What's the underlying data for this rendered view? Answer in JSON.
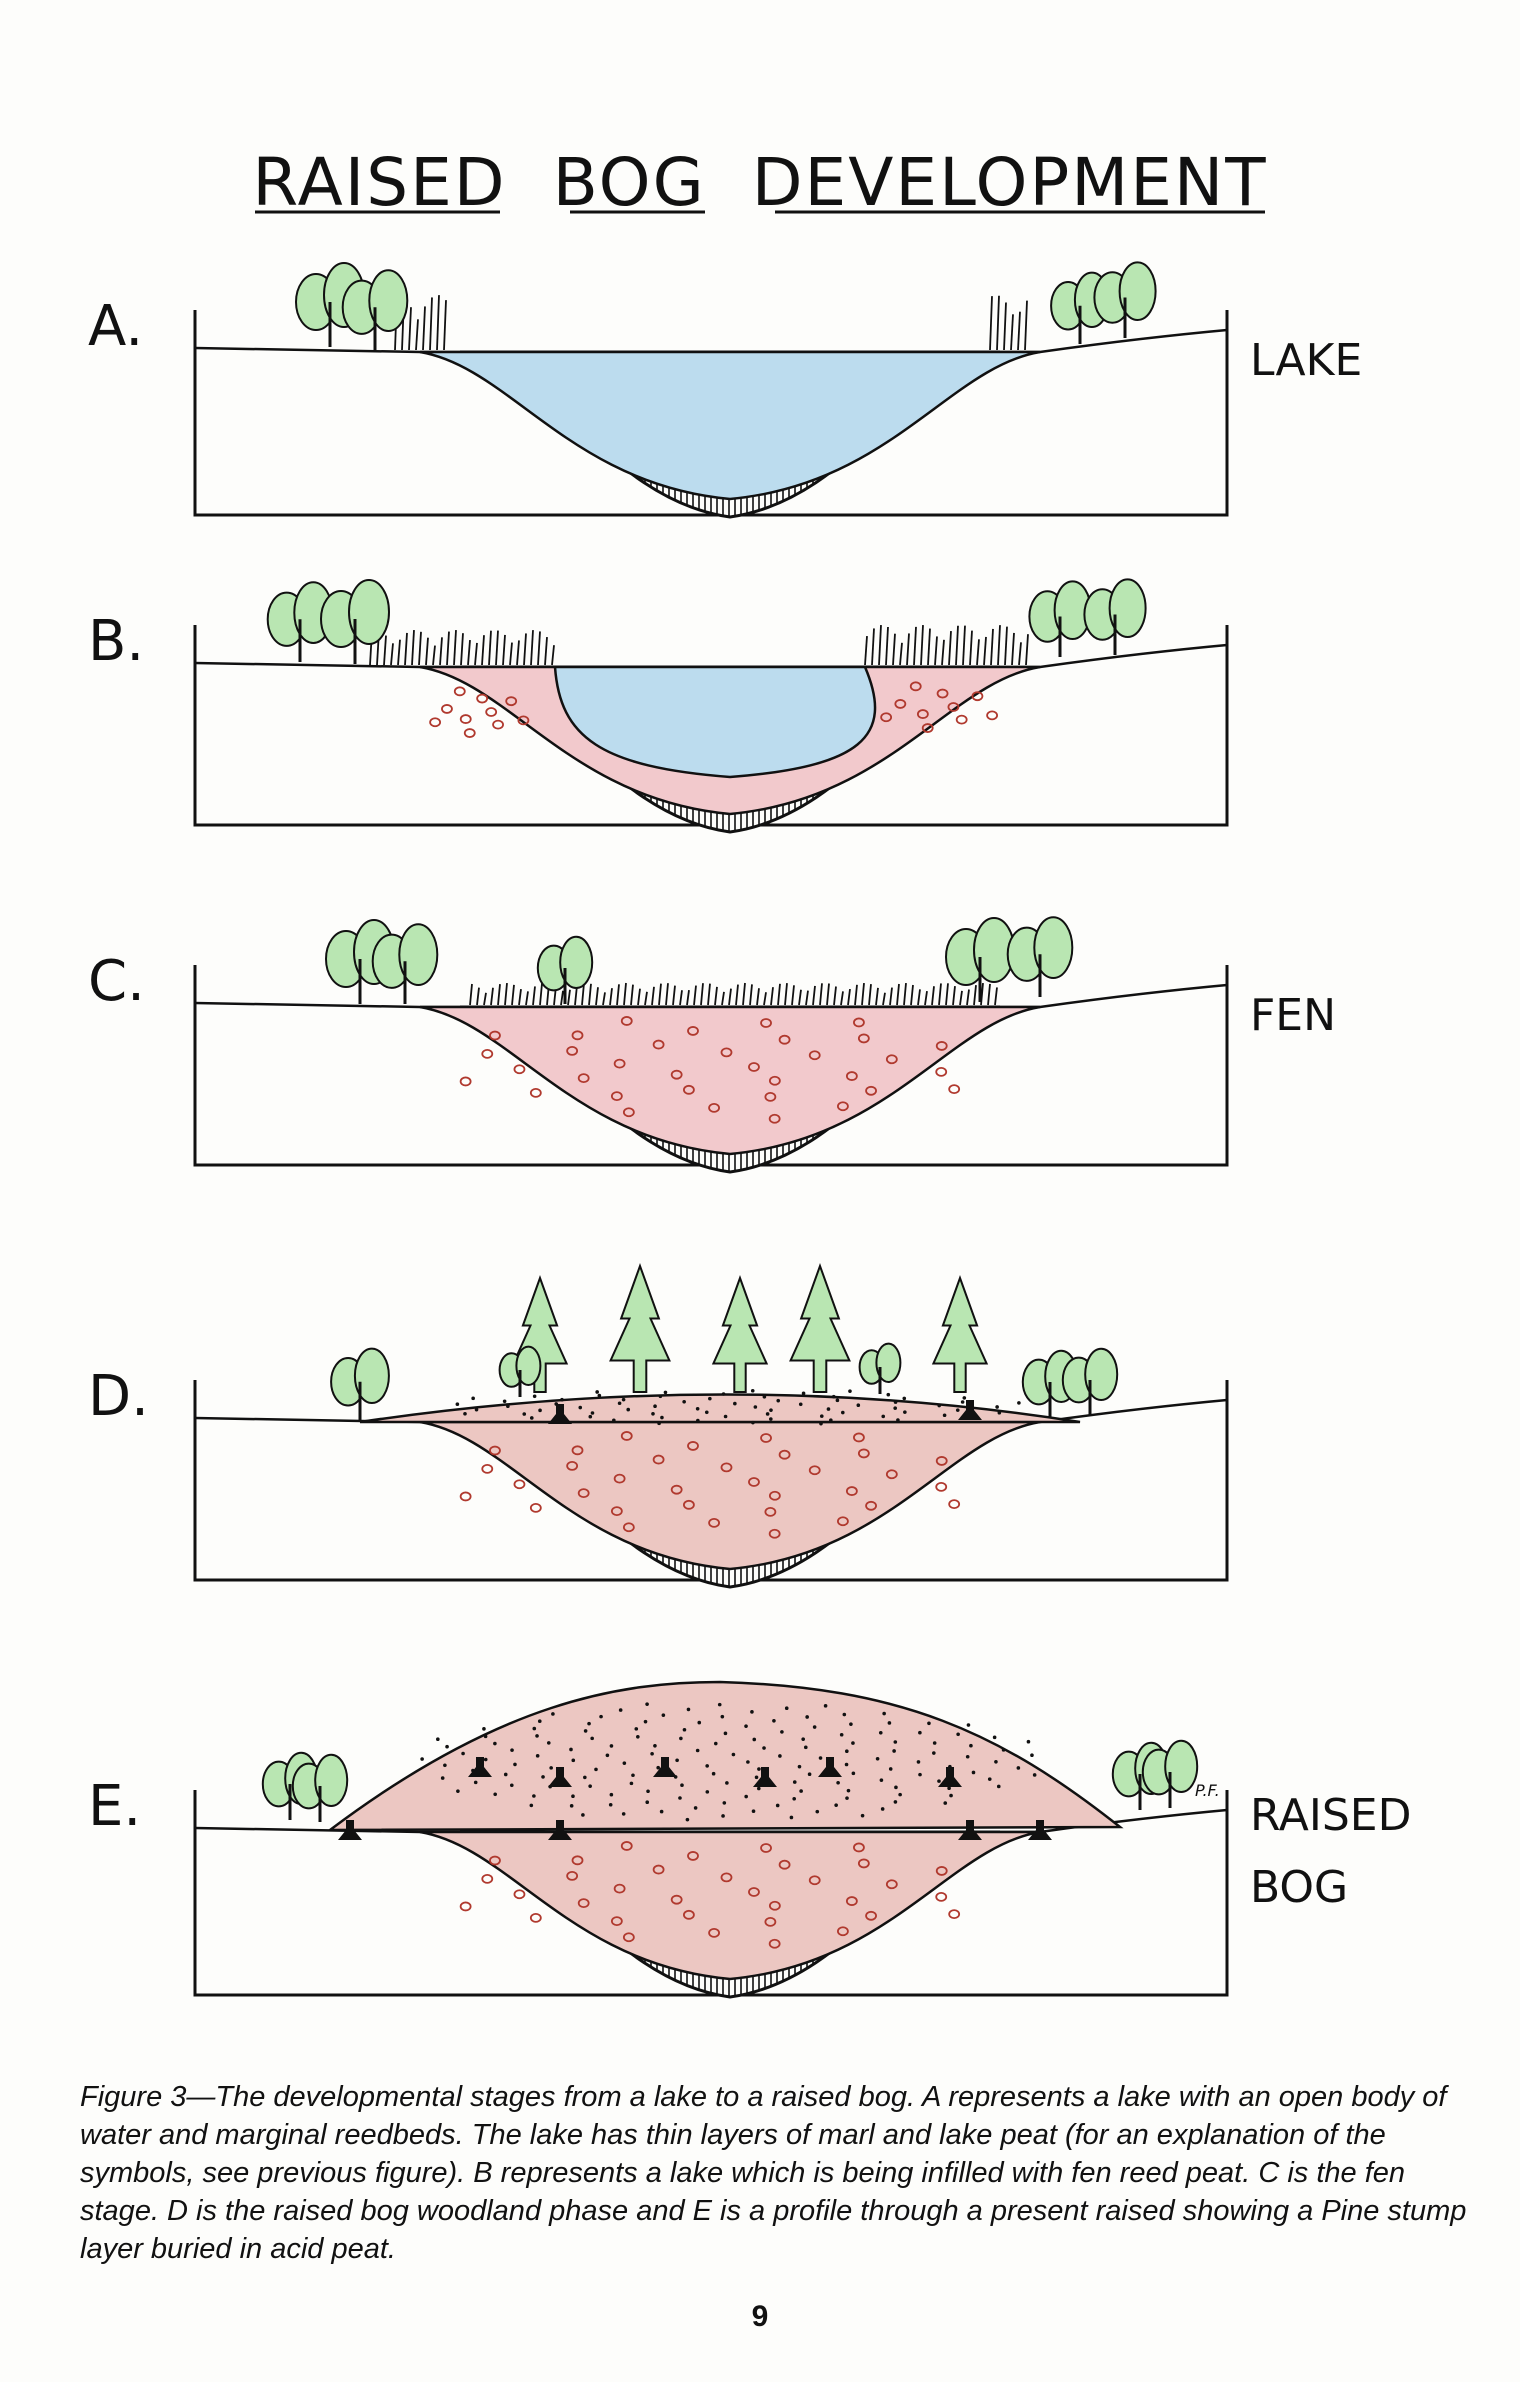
{
  "title": "RAISED  BOG  DEVELOPMENT",
  "panels": [
    {
      "letter": "A.",
      "label_lines": [
        "LAKE"
      ],
      "stage": "lake"
    },
    {
      "letter": "B.",
      "label_lines": [],
      "stage": "infilling"
    },
    {
      "letter": "C.",
      "label_lines": [
        "FEN"
      ],
      "stage": "fen"
    },
    {
      "letter": "D.",
      "label_lines": [],
      "stage": "woodland"
    },
    {
      "letter": "E.",
      "label_lines": [
        "RAISED",
        "BOG"
      ],
      "stage": "raised"
    }
  ],
  "signature": "P.F.",
  "caption": "Figure 3—The developmental stages from a lake to a raised bog. A represents a lake with an open body of water and marginal reedbeds. The lake has thin layers of marl and lake peat (for an explanation of the symbols, see previous figure). B represents a lake which is being infilled with fen reed peat. C is the fen stage. D is the raised bog woodland phase and E is a profile through a present raised showing a Pine stump layer buried in acid peat.",
  "page_number": "9",
  "colors": {
    "water": "#bcdcee",
    "fen_peat": "#f2c9cc",
    "bog_peat": "#ecc7c2",
    "trees": "#b9e6b2",
    "ink": "#111111"
  }
}
